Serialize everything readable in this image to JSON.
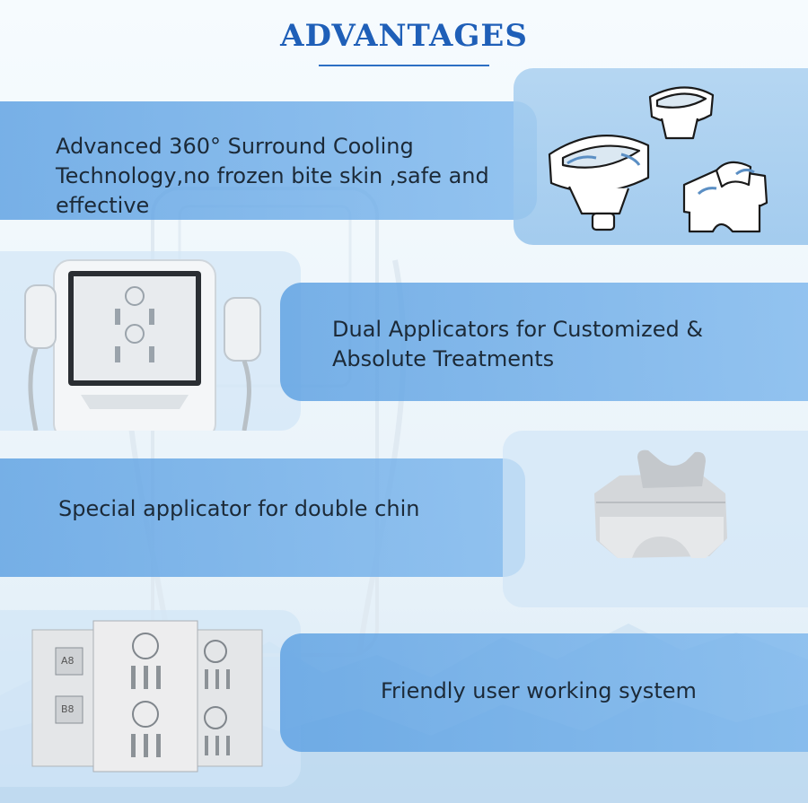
{
  "header": {
    "title": "ADVANTAGES"
  },
  "features": [
    {
      "text": "Advanced 360° Surround Cooling Technology,no frozen bite skin ,safe and effective",
      "icon": "applicator-heads-illustration"
    },
    {
      "text": "Dual Applicators for Customized & Absolute Treatments",
      "icon": "machine-photo"
    },
    {
      "text": "Special applicator for double chin",
      "icon": "chin-applicator-photo"
    },
    {
      "text": "Friendly user working system",
      "icon": "control-panel-screens"
    }
  ],
  "screens": {
    "left_labels": [
      "A8",
      "B8"
    ]
  },
  "colors": {
    "title": "#1f5fb8",
    "band": "#6aaae6",
    "background": "#eef6fb"
  }
}
